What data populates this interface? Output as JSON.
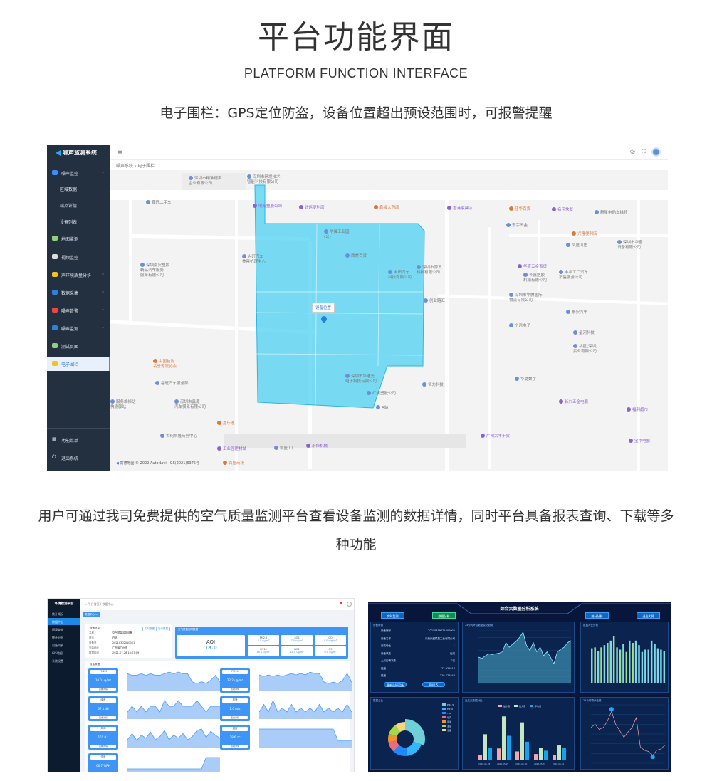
{
  "header": {
    "title": "平台功能界面",
    "subtitle": "PLATFORM FUNCTION INTERFACE",
    "fence_description": "电子围栏：GPS定位防盗，设备位置超出预设范围时，可报警提醒",
    "platform_description": "用户可通过我司免费提供的空气质量监测平台查看设备监测的数据详情，同时平台具备报表查询、下载等多种功能"
  },
  "map_app": {
    "logo": "噪声监测系统",
    "menu": [
      {
        "label": "噪声监控",
        "icon": "monitor-icon",
        "expandable": true
      },
      {
        "label": "区域数据",
        "sub": true
      },
      {
        "label": "站点详情",
        "sub": true
      },
      {
        "label": "设备列表",
        "sub": true
      },
      {
        "label": "地图监测",
        "icon": "map-icon"
      },
      {
        "label": "视频监控",
        "icon": "video-icon"
      },
      {
        "label": "声环境质量分析",
        "icon": "analysis-icon",
        "expandable": true
      },
      {
        "label": "数据采集",
        "icon": "data-icon",
        "expandable": true
      },
      {
        "label": "噪声告警",
        "icon": "warning-icon",
        "expandable": true
      },
      {
        "label": "噪声监测",
        "icon": "data-icon",
        "expandable": true
      },
      {
        "label": "测试页面",
        "icon": "map-icon"
      },
      {
        "label": "电子围栏",
        "icon": "fence-icon",
        "active": true
      }
    ],
    "footer_menu": [
      {
        "label": "功能菜单",
        "icon": "grid-icon"
      },
      {
        "label": "退出系统",
        "icon": "power-icon"
      }
    ],
    "breadcrumb": [
      "噪声系统",
      "电子围栏"
    ],
    "marker_label": "设备位置",
    "copyright": "© 2022 AutoNavi - GS(2021)6375号",
    "map_brand": "高德地图",
    "pois": [
      {
        "name": "深圳市精准德声\n企业有限公司",
        "type": "b"
      },
      {
        "name": "深圳市环境技术\n智能科技有限公司",
        "type": "b"
      },
      {
        "name": "鑫旺二手车",
        "type": "b"
      },
      {
        "name": "明新塑胶公司",
        "type": "p"
      },
      {
        "name": "好运便利店",
        "type": "p"
      },
      {
        "name": "鑫福大药店",
        "type": "o"
      },
      {
        "name": "香港家具店",
        "type": "p"
      },
      {
        "name": "佳华百货",
        "type": "o"
      },
      {
        "name": "名佳快餐",
        "type": "p"
      },
      {
        "name": "新星电动车维修",
        "type": "b"
      },
      {
        "name": "华晨工业园\n(公)",
        "type": "b"
      },
      {
        "name": "西美百货",
        "type": "b"
      },
      {
        "name": "深圳南安塑胶\n精品汽车服务\n服务有限公司",
        "type": "b"
      },
      {
        "name": "兴旺汽车\n美容护理中心",
        "type": "b"
      },
      {
        "name": "丰田汽车\n科技有限公司",
        "type": "b"
      },
      {
        "name": "深圳市源讯\n科技有限公司",
        "type": "b"
      },
      {
        "name": "创业路汇",
        "type": "b"
      },
      {
        "name": "宏宇五金",
        "type": "b"
      },
      {
        "name": "凤凰山庄",
        "type": "b"
      },
      {
        "name": "兴隆便利店",
        "type": "o"
      },
      {
        "name": "华盛五金百货",
        "type": "p"
      },
      {
        "name": "深圳市华富\n设备有限公司",
        "type": "b"
      },
      {
        "name": "长鑫塑胶\n机械有限公司",
        "type": "b"
      },
      {
        "name": "丰华工厂汽车\n销售服务公司",
        "type": "b"
      },
      {
        "name": "深圳市华腾国际\n物流有限公司",
        "type": "b"
      },
      {
        "name": "泰安汽车",
        "type": "b"
      },
      {
        "name": "宁远电子",
        "type": "b"
      },
      {
        "name": "星河科技",
        "type": "b"
      },
      {
        "name": "华星(深圳)\n实业有限公司",
        "type": "b"
      },
      {
        "name": "中国包协\n名誉源流协会",
        "type": "o"
      },
      {
        "name": "福旺汽车服务部",
        "type": "b"
      },
      {
        "name": "深圳市华通光\n电子科技有限公司",
        "type": "b"
      },
      {
        "name": "红旗塑胶公司",
        "type": "b"
      },
      {
        "name": "恒力科技",
        "type": "b"
      },
      {
        "name": "A站",
        "type": "b"
      },
      {
        "name": "华夏数字",
        "type": "b"
      },
      {
        "name": "深圳市鑫源\n汽车贸易有限公司",
        "type": "b"
      },
      {
        "name": "服务维修站\n快捷驿站",
        "type": "b"
      },
      {
        "name": "长兴五金电器",
        "type": "p"
      },
      {
        "name": "福利超市",
        "type": "p"
      },
      {
        "name": "嘉乐迪",
        "type": "o"
      },
      {
        "name": "世纪凯隆商务中心",
        "type": "b"
      },
      {
        "name": "工业园建材城",
        "type": "p"
      },
      {
        "name": "凯盛工厂",
        "type": "b"
      },
      {
        "name": "永恒机械",
        "type": "p"
      },
      {
        "name": "广州大丰干货",
        "type": "p"
      },
      {
        "name": "宝华电器",
        "type": "p"
      },
      {
        "name": "百盛商场",
        "type": "o"
      }
    ],
    "colors": {
      "sidebar": "#233040",
      "fence": "#4dd2f2",
      "active": "#2a6fd6"
    }
  },
  "air_dashboard": {
    "logo": "环境检测平台",
    "menu": [
      "统计概况",
      "数据中心",
      "报表查询",
      "统计分析",
      "设备列表",
      "GIS地图",
      "系统设置"
    ],
    "breadcrumb": [
      "平台首页",
      "数据中心"
    ],
    "tab": "数据中心 ×",
    "info_title": "设备信息",
    "info_buttons": [
      "实时数据",
      "历史数据"
    ],
    "info_rows": [
      [
        "名称",
        "空气质量监测设备"
      ],
      [
        "状态",
        "在线"
      ],
      [
        "设备号",
        "20210302010001"
      ],
      [
        "安装地址",
        "广东省广州市"
      ],
      [
        "数据时间",
        "2021-07-26 10:07:09"
      ]
    ],
    "aqi": {
      "label": "AQI",
      "value": "18.0",
      "header": "空气质量实时数据"
    },
    "pollutants": [
      {
        "name": "PM2.5",
        "value": "8.0 ug/m³"
      },
      {
        "name": "SO2",
        "value": "7.0 ug/m³"
      },
      {
        "name": "CO",
        "value": "0.0 mg/m³"
      },
      {
        "name": "PM10",
        "value": "18.0 ug/m³"
      },
      {
        "name": "NO2",
        "value": "18.0 ug/m³"
      },
      {
        "name": "O3",
        "value": "0.0 ug/m³"
      }
    ],
    "section": "设备数据",
    "metrics": [
      {
        "name": "PM2.5",
        "value": "10.0 ug/m³",
        "btn": "查看详情",
        "series": [
          16,
          15,
          15,
          16,
          15,
          16,
          15,
          15,
          16,
          17,
          16,
          17,
          16,
          16,
          11,
          10,
          11,
          10,
          12,
          15,
          11
        ]
      },
      {
        "name": "PM10",
        "value": "22.2 ug/m³",
        "btn": "查看详情",
        "series": [
          20,
          19,
          20,
          19,
          20,
          19,
          20,
          21,
          20,
          21,
          20,
          22,
          21,
          21,
          15,
          14,
          15,
          14,
          16,
          21,
          15
        ]
      },
      {
        "name": "噪声",
        "value": "67.1 db",
        "btn": "查看详情",
        "series": [
          65,
          66,
          65,
          66,
          65,
          66,
          66,
          65,
          67,
          66,
          66,
          67,
          66,
          66,
          66,
          67,
          66,
          65,
          66,
          66,
          66
        ]
      },
      {
        "name": "风速",
        "value": "1.0 m/s",
        "btn": "查看详情",
        "series": [
          1,
          3,
          1,
          4,
          1,
          2,
          1,
          3,
          1,
          2,
          1,
          2,
          1,
          3,
          1,
          2,
          1,
          2,
          1,
          3,
          1
        ]
      },
      {
        "name": "风向",
        "value": "155.0 °",
        "btn": "查看详情",
        "series": [
          120,
          200,
          110,
          180,
          140,
          220,
          120,
          160,
          240,
          120,
          180,
          140,
          200,
          120,
          160,
          240,
          260,
          150,
          230,
          180,
          140
        ]
      },
      {
        "name": "温度",
        "value": "28.6 ℃",
        "btn": "查看详情",
        "series": [
          29,
          29,
          29,
          29,
          29,
          29,
          29,
          29,
          29,
          29,
          29,
          29,
          29,
          29,
          29,
          29,
          29,
          28.8,
          28.8,
          28.8,
          28.8
        ]
      },
      {
        "name": "湿度",
        "value": "66.7 %RH",
        "btn": "查看详情",
        "series": [
          66,
          66,
          66,
          66,
          66,
          66,
          66,
          66,
          66,
          66,
          66,
          66,
          66,
          66,
          66,
          66,
          66,
          67,
          67,
          67,
          67
        ]
      }
    ],
    "colors": {
      "accent": "#3f95f5",
      "sidebar": "#0d1b2e"
    }
  },
  "bigdata": {
    "title": "综合大数据分析系统",
    "nav_left": [
      "实时监测",
      "数据分析"
    ],
    "nav_right": [
      "统计分析",
      "退出大屏"
    ],
    "panel_titles": [
      "设备详情",
      "24小时环境数据变化趋势",
      "数据对比分析",
      "数据占比",
      "近五天数据对比",
      "24小时噪声走势"
    ],
    "device_rows": [
      [
        "设备编号",
        "20210319021000002"
      ],
      [
        "设备名称",
        "东莞兴盛模具工业有限公司"
      ],
      [
        "安装地址",
        "1"
      ],
      [
        "设备状态",
        "在线"
      ],
      [
        "上月告警次数",
        "0次"
      ],
      [
        "经度",
        "22.932918"
      ],
      [
        "纬度",
        "120.775544"
      ]
    ],
    "device_buttons": [
      "更新选择设备",
      "PM2.5"
    ],
    "legend_bars": [
      "最小值",
      "最大值",
      "平均值"
    ],
    "bar_dates": [
      "2020-05-28",
      "2020-05-29",
      "2020-05-30",
      "2020-05-31",
      "2020-06-01"
    ],
    "bars": {
      "min": [
        14,
        32,
        24,
        17,
        14
      ],
      "max": [
        70,
        118,
        102,
        34,
        40
      ],
      "avg": [
        34,
        66,
        50,
        26,
        34
      ]
    },
    "trend": [
      40,
      38,
      42,
      45,
      44,
      45,
      46,
      48,
      62,
      55,
      60,
      64,
      70,
      78,
      58,
      50,
      62,
      48,
      55,
      42,
      48,
      40,
      30,
      48,
      52,
      55,
      62,
      65
    ],
    "compare": [
      78,
      80,
      72,
      80,
      85,
      90,
      95,
      105,
      80,
      75,
      88,
      70,
      95,
      90,
      95,
      85,
      70,
      75,
      75,
      95,
      88,
      78,
      75,
      72
    ],
    "noise": [
      -5,
      0,
      -8,
      -5,
      5,
      20,
      0,
      -10,
      -20,
      -12,
      -5,
      10,
      -35,
      -40,
      -42,
      -48,
      -40,
      -38,
      -32
    ],
    "pie": [
      {
        "name": "PM2.5",
        "value": 30,
        "color": "#6fd0d8"
      },
      {
        "name": "PM10",
        "value": 18,
        "color": "#2fb8ff"
      },
      {
        "name": "TSP",
        "value": 14,
        "color": "#1e88ff"
      },
      {
        "name": "噪声",
        "value": 10,
        "color": "#f06b7a"
      },
      {
        "name": "风速",
        "value": 8,
        "color": "#f0932b"
      },
      {
        "name": "温度",
        "value": 10,
        "color": "#a8d84a"
      },
      {
        "name": "湿度",
        "value": 10,
        "color": "#f5d77a"
      }
    ],
    "colors": {
      "bg": "#07163a",
      "panel": "#1b4a86"
    }
  }
}
